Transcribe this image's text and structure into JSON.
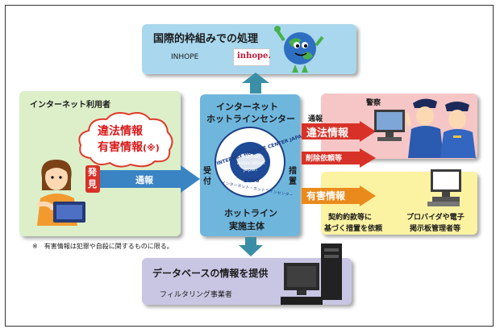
{
  "colors": {
    "intl_box": "#a9d7ee",
    "user_box": "#dcefc9",
    "center_box": "#6fb6dd",
    "police_box": "#f6c6c6",
    "provider_box": "#fbf2a2",
    "db_box": "#c9c6e3",
    "red_label": "#d81b1b",
    "arrow_blue": "#3a84c4",
    "arrow_red": "#d83228",
    "arrow_orange": "#ea8a1c"
  },
  "intl": {
    "title": "国際的枠組みでの処理",
    "org_label": "INHOPE",
    "logo_text": "inhope."
  },
  "user": {
    "title": "インターネット利用者",
    "cloud_line1": "違法情報",
    "cloud_line2": "有害情報",
    "cloud_mark": "(※)",
    "discover_label": "発見",
    "report_label": "通報",
    "footnote": "※　有害情報は犯罪や自殺に関するものに限る。"
  },
  "center": {
    "title_line1": "インターネット",
    "title_line2": "ホットラインセンター",
    "seal_arc_top": "INTERNET HOTLINE CENTER JAPAN",
    "seal_inner_line1": "Internet",
    "seal_inner_line2": "Association",
    "seal_inner_line3": "Japan",
    "seal_year": "2006",
    "seal_arc_bottom": "インターネット・ホットラインセンター",
    "receive_label": "受付",
    "measure_label": "措置",
    "body_line1": "ホットライン",
    "body_line2": "実施主体"
  },
  "police": {
    "title": "警察",
    "arrow1_label_top": "通報",
    "arrow1_label_main": "違法情報",
    "arrow2_label": "削除依頼等"
  },
  "provider": {
    "arrow_label": "有害情報",
    "note_line1": "契約約款等に",
    "note_line2": "基づく措置を依頼",
    "name_line1": "プロバイダや電子",
    "name_line2": "掲示板管理者等"
  },
  "db": {
    "title": "データベースの情報を提供",
    "subtitle": "フィルタリング事業者"
  }
}
